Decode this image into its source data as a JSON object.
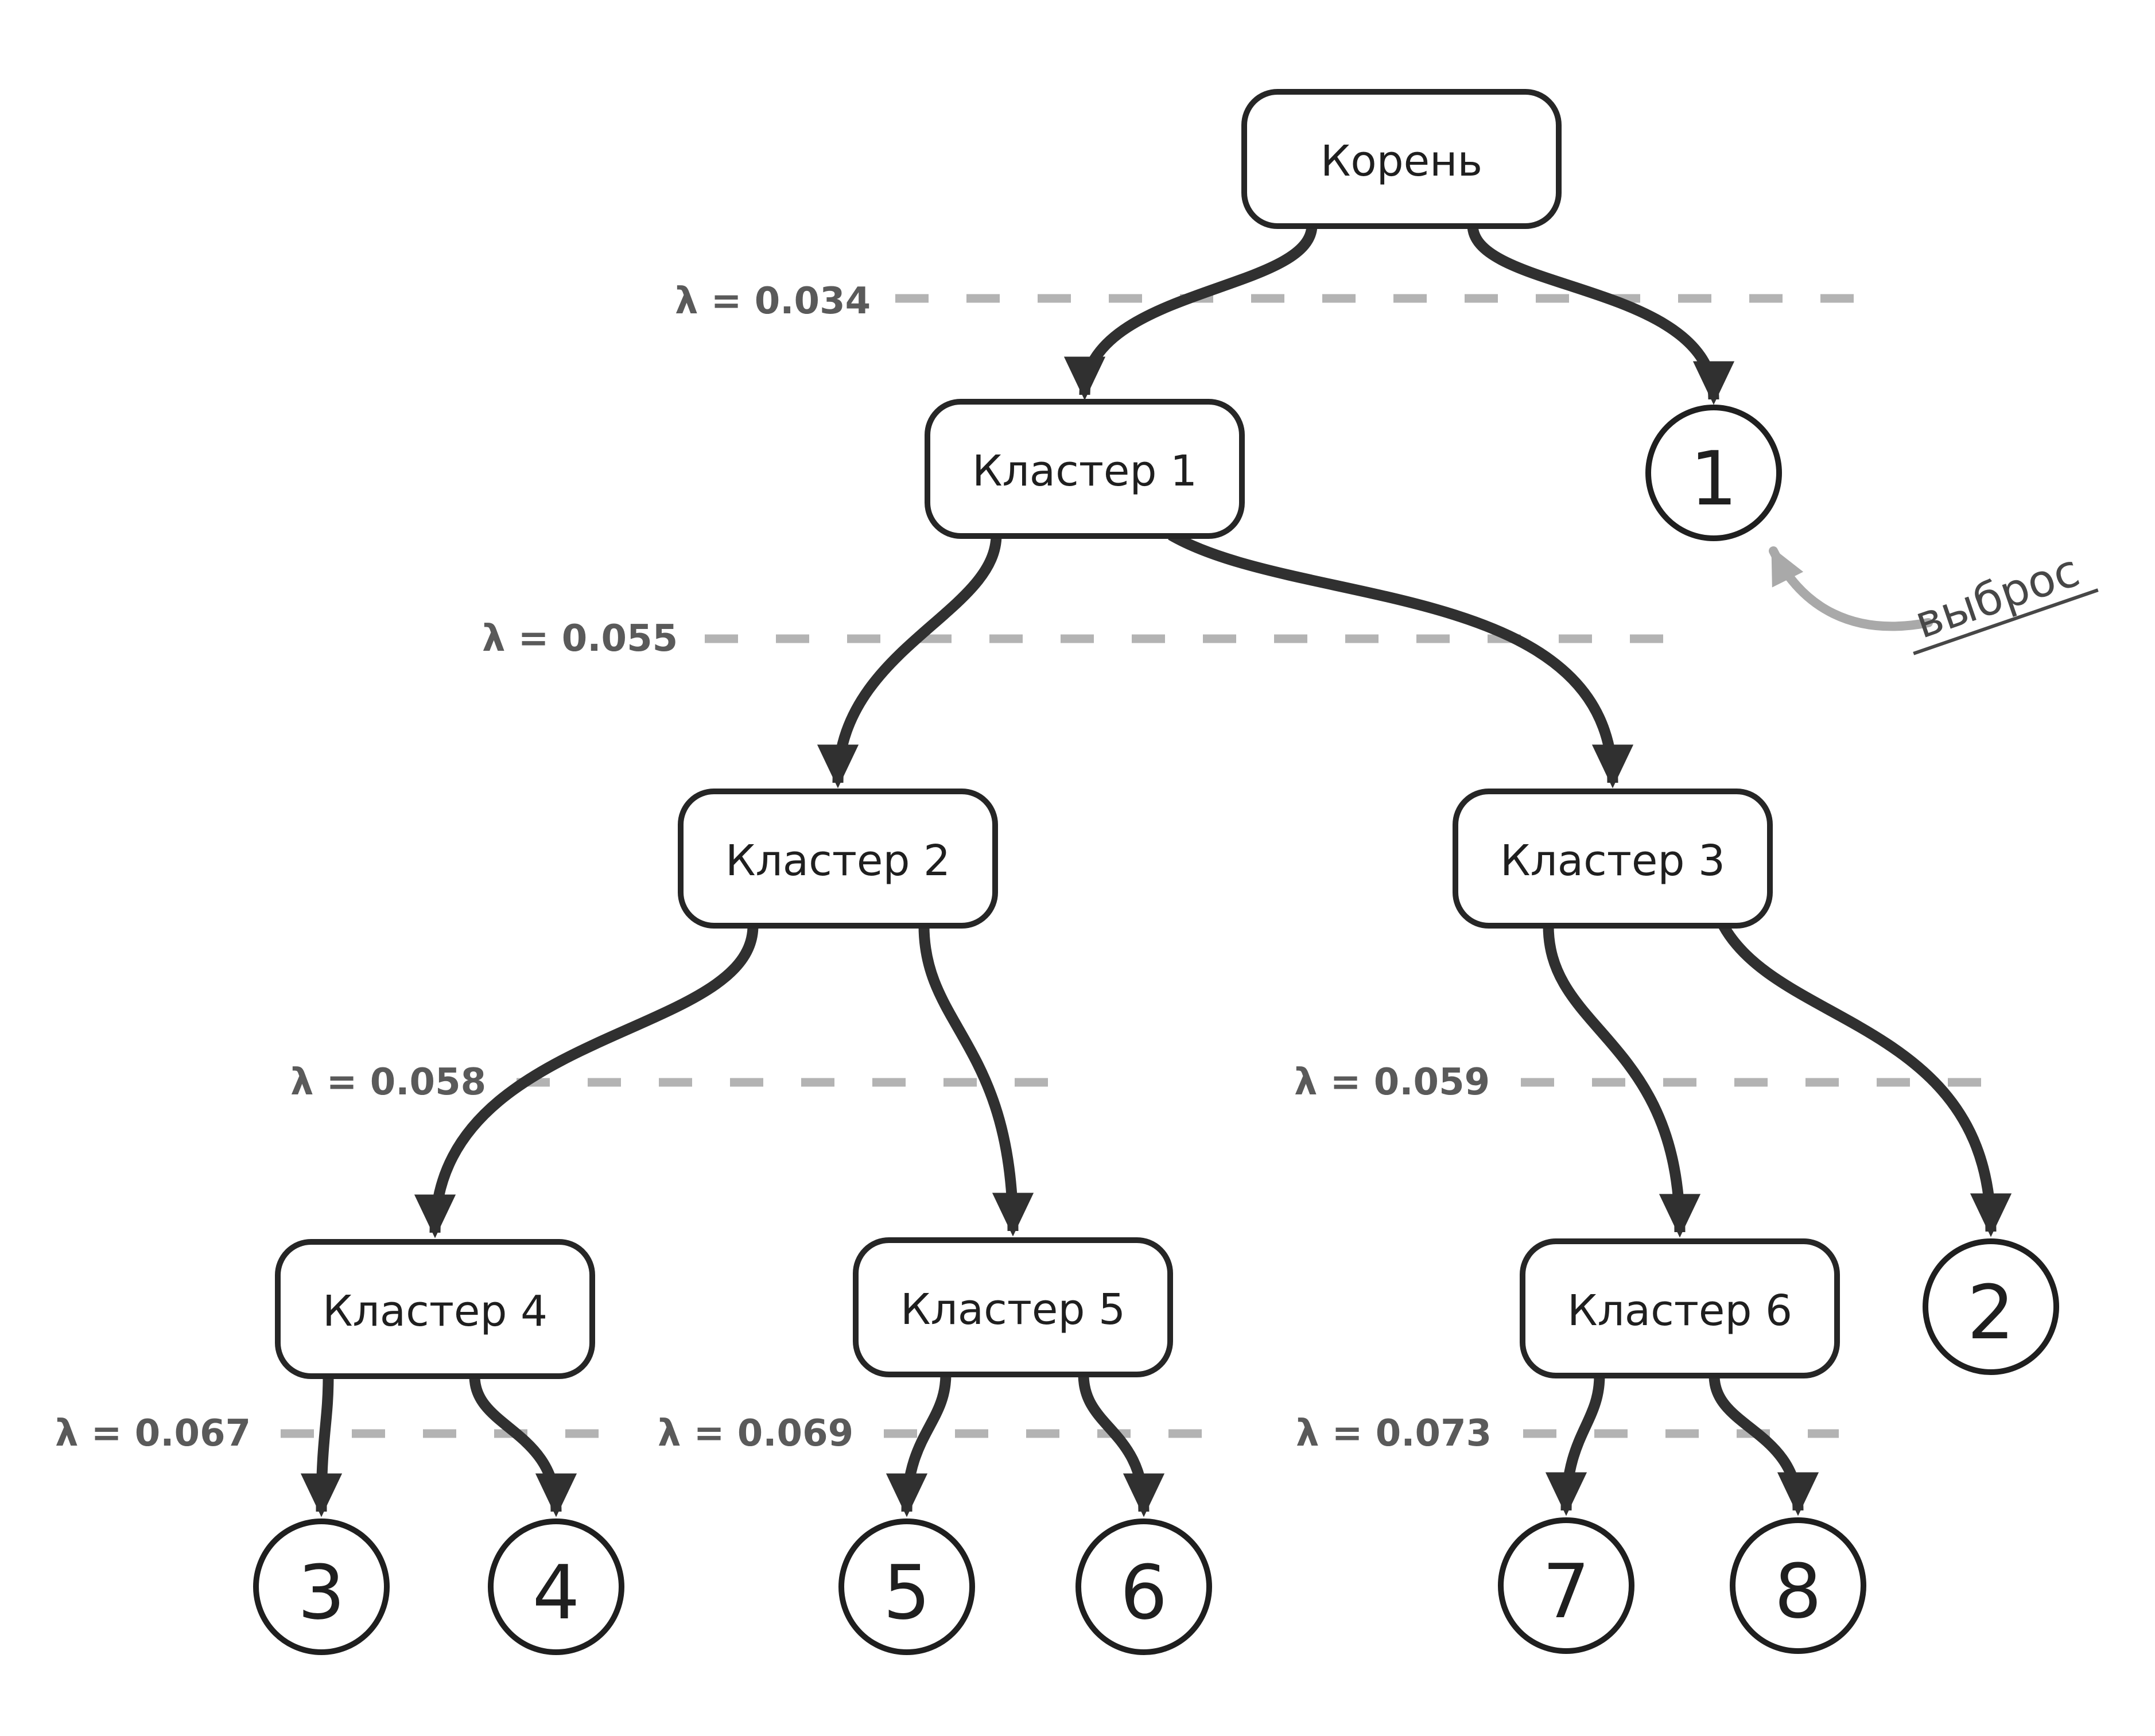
{
  "diagram": {
    "type": "cluster-tree",
    "background": "#ffffff",
    "nodes": {
      "root": {
        "label": "Корень"
      },
      "cluster1": {
        "label": "Кластер 1"
      },
      "cluster2": {
        "label": "Кластер 2"
      },
      "cluster3": {
        "label": "Кластер 3"
      },
      "cluster4": {
        "label": "Кластер 4"
      },
      "cluster5": {
        "label": "Кластер 5"
      },
      "cluster6": {
        "label": "Кластер 6"
      }
    },
    "leaves": [
      {
        "label": "1"
      },
      {
        "label": "2"
      },
      {
        "label": "3"
      },
      {
        "label": "4"
      },
      {
        "label": "5"
      },
      {
        "label": "6"
      },
      {
        "label": "7"
      },
      {
        "label": "8"
      }
    ],
    "lambdas": [
      {
        "label": "λ = 0.034",
        "value": 0.034
      },
      {
        "label": "λ = 0.055",
        "value": 0.055
      },
      {
        "label": "λ = 0.058",
        "value": 0.058
      },
      {
        "label": "λ = 0.059",
        "value": 0.059
      },
      {
        "label": "λ = 0.067",
        "value": 0.067
      },
      {
        "label": "λ = 0.069",
        "value": 0.069
      },
      {
        "label": "λ = 0.073",
        "value": 0.073
      }
    ],
    "annotation": {
      "label": "выброс",
      "target_leaf": "1"
    },
    "edges": [
      {
        "from": "root",
        "to": "cluster1"
      },
      {
        "from": "root",
        "to": "leaf-1"
      },
      {
        "from": "cluster1",
        "to": "cluster2"
      },
      {
        "from": "cluster1",
        "to": "cluster3"
      },
      {
        "from": "cluster2",
        "to": "cluster4"
      },
      {
        "from": "cluster2",
        "to": "cluster5"
      },
      {
        "from": "cluster3",
        "to": "cluster6"
      },
      {
        "from": "cluster3",
        "to": "leaf-2"
      },
      {
        "from": "cluster4",
        "to": "leaf-3"
      },
      {
        "from": "cluster4",
        "to": "leaf-4"
      },
      {
        "from": "cluster5",
        "to": "leaf-5"
      },
      {
        "from": "cluster5",
        "to": "leaf-6"
      },
      {
        "from": "cluster6",
        "to": "leaf-7"
      },
      {
        "from": "cluster6",
        "to": "leaf-8"
      }
    ],
    "colors": {
      "node_stroke": "#262626",
      "node_fill": "#ffffff",
      "edge": "#303030",
      "lambda_dash": "#b3b3b3",
      "lambda_text": "#5a5a5a",
      "annotation_text": "#474747",
      "annotation_arrow": "#a9a9a9"
    }
  }
}
